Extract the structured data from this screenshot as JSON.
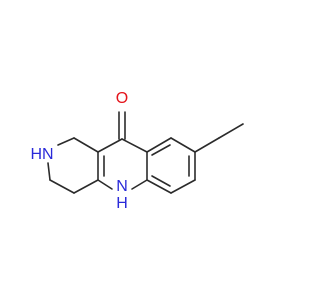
{
  "molecule": {
    "colors": {
      "bond": "#2b2b2b",
      "nitrogen": "#2a2ad9",
      "oxygen": "#e4141b",
      "background": "#ffffff"
    },
    "atom_labels": {
      "oxygen": "O",
      "ring_nh": "H\nN",
      "amine_nh": "HN"
    }
  }
}
